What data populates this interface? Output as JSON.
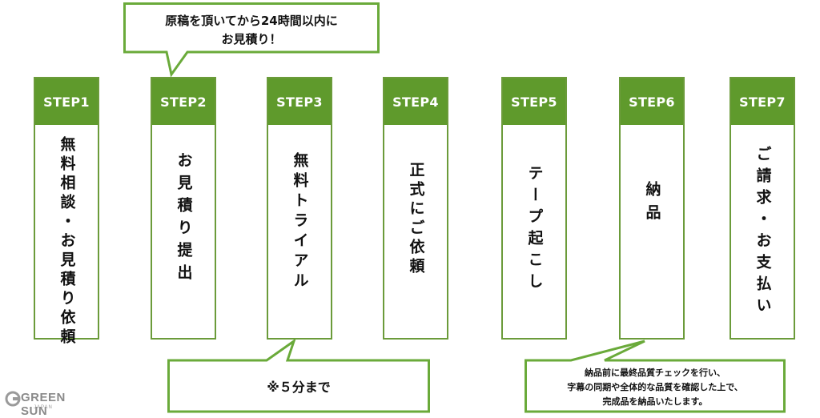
{
  "steps": [
    {
      "label": "STEP1",
      "text": "無料相談・お見積り依頼"
    },
    {
      "label": "STEP2",
      "text": "お見積り提出"
    },
    {
      "label": "STEP3",
      "text": "無料トライアル"
    },
    {
      "label": "STEP4",
      "text": "正式にご依頼"
    },
    {
      "label": "STEP5",
      "text": "テープ起こし"
    },
    {
      "label": "STEP6",
      "text": "納品"
    },
    {
      "label": "STEP7",
      "text": "ご請求・お支払い"
    }
  ],
  "callouts": {
    "estimate": {
      "line1": "原稿を頂いてから24時間以内に",
      "line2": "お見積り！"
    },
    "trial": {
      "text": "※５分まで"
    },
    "delivery": {
      "line1": "納品前に最終品質チェックを行い、",
      "line2": "字幕の同期や全体的な品質を確認した上で、",
      "line3": "完成品を納品いたします。"
    }
  },
  "logo": {
    "brand": "GREEN SUN",
    "sub": "JAPAN"
  },
  "colors": {
    "accent": "#5f9a2c",
    "border": "#6b9b3a",
    "callout_border": "#6aaa3a"
  }
}
